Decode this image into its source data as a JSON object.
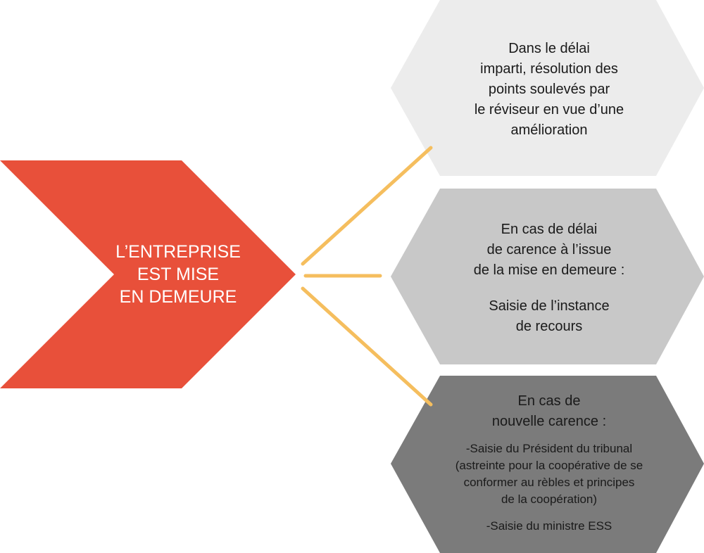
{
  "colors": {
    "chevron": "#e8503a",
    "connector": "#f5be5e",
    "hex_light": "#ececec",
    "hex_mid": "#c8c8c8",
    "hex_dark": "#7b7b7b"
  },
  "chevron": {
    "lines": [
      "L’ENTREPRISE",
      "EST MISE",
      "EN DEMEURE"
    ]
  },
  "hex1": {
    "lines": [
      "Dans le délai",
      "imparti, résolution des",
      "points soulevés par",
      "le réviseur en vue d’une",
      "amélioration"
    ]
  },
  "hex2": {
    "lines_top": [
      "En cas de délai",
      "de carence à l’issue",
      "de la mise en demeure :"
    ],
    "lines_bottom": [
      "Saisie de l’instance",
      "de recours"
    ]
  },
  "hex3": {
    "heading": [
      "En cas de",
      "nouvelle carence :"
    ],
    "item1": [
      "-Saisie du Président du tribunal",
      "(astreinte pour la coopérative de se",
      "conformer au rèbles et principes",
      "de la coopération)"
    ],
    "item2": [
      "-Saisie du ministre ESS"
    ]
  }
}
